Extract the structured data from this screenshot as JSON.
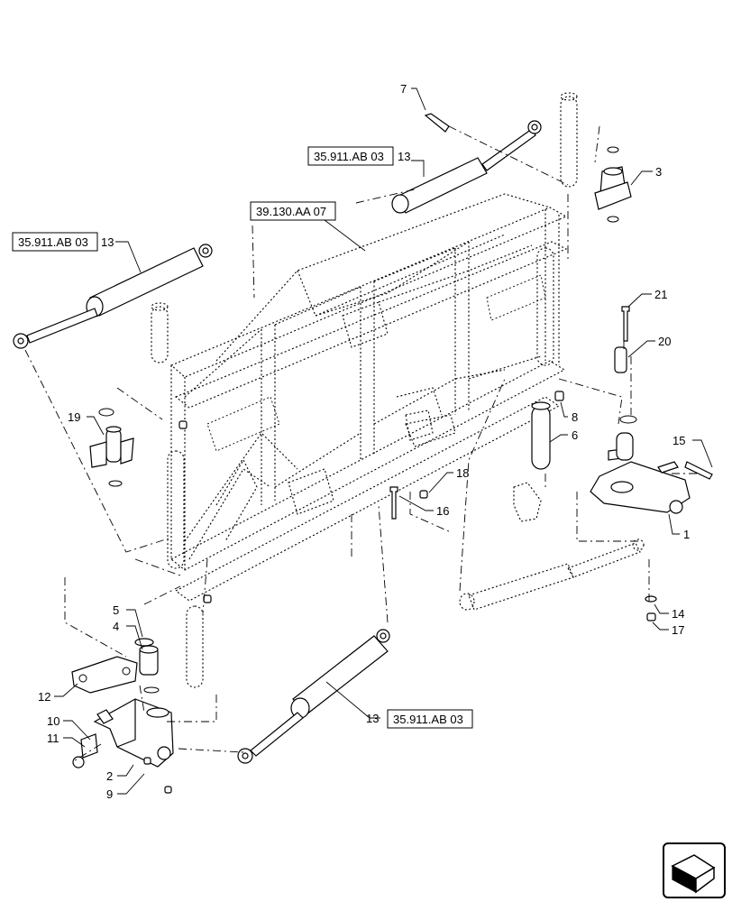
{
  "callouts": [
    {
      "id": "c7",
      "text": "7"
    },
    {
      "id": "c13a",
      "text": "13"
    },
    {
      "id": "c3",
      "text": "3"
    },
    {
      "id": "c13b",
      "text": "13"
    },
    {
      "id": "c21",
      "text": "21"
    },
    {
      "id": "c20",
      "text": "20"
    },
    {
      "id": "c19",
      "text": "19"
    },
    {
      "id": "c8",
      "text": "8"
    },
    {
      "id": "c6",
      "text": "6"
    },
    {
      "id": "c15",
      "text": "15"
    },
    {
      "id": "c18",
      "text": "18"
    },
    {
      "id": "c16",
      "text": "16"
    },
    {
      "id": "c1",
      "text": "1"
    },
    {
      "id": "c5",
      "text": "5"
    },
    {
      "id": "c4",
      "text": "4"
    },
    {
      "id": "c14",
      "text": "14"
    },
    {
      "id": "c17",
      "text": "17"
    },
    {
      "id": "c12",
      "text": "12"
    },
    {
      "id": "c13c",
      "text": "13"
    },
    {
      "id": "c10",
      "text": "10"
    },
    {
      "id": "c11",
      "text": "11"
    },
    {
      "id": "c2",
      "text": "2"
    },
    {
      "id": "c9",
      "text": "9"
    }
  ],
  "references": [
    {
      "id": "r1",
      "text": "35.911.AB 03"
    },
    {
      "id": "r2",
      "text": "39.130.AA 07"
    },
    {
      "id": "r3",
      "text": "35.911.AB 03"
    },
    {
      "id": "r4",
      "text": "35.911.AB 03"
    }
  ],
  "nav_icon": "arrow-icon"
}
